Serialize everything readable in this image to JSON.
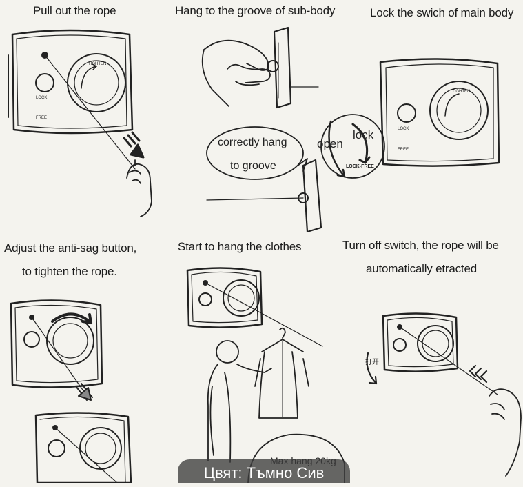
{
  "steps": [
    {
      "caption": "Pull out the rope"
    },
    {
      "caption": "Hang to the groove of sub-body"
    },
    {
      "caption": "Lock the swich of main body"
    },
    {
      "caption_line1": "Adjust the anti-sag button,",
      "caption_line2": "to tighten the rope."
    },
    {
      "caption": "Start to hang the clothes"
    },
    {
      "caption_line1": "Turn off switch, the rope will be",
      "caption_line2": "automatically etracted"
    }
  ],
  "bubble": {
    "line1": "correctly hang",
    "line2": "to groove"
  },
  "lock_labels": {
    "open": "open",
    "lock": "lock",
    "lock_free": "LOCK-FREE"
  },
  "device_labels": {
    "lock": "LOCK",
    "free": "FREE",
    "tighten": "TIGHTEN"
  },
  "max_hang": "Max hang 20kg",
  "banner_text": "Цвят: Тъмно Сив"
}
